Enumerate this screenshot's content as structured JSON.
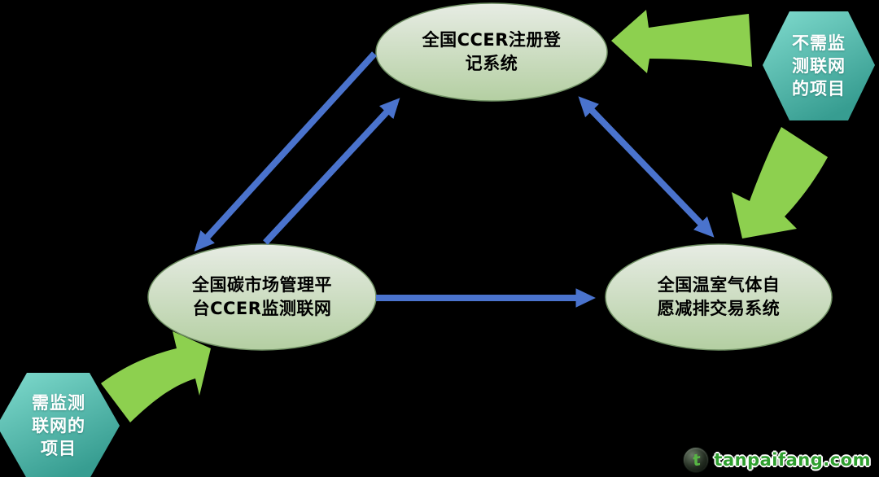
{
  "diagram": {
    "background": "#000000",
    "colors": {
      "arrow_blue": "#4A73CD",
      "arrow_green": "#8DD04F",
      "node_fill_top": "#E7ECE4",
      "node_fill_bottom": "#B4CFA2",
      "node_border": "#6F8F63",
      "node_text": "#000000",
      "hex_fill_top": "#80DBCE",
      "hex_fill_bottom": "#379D91",
      "hex_text": "#FFFFFF",
      "watermark_green": "#2F9E2F"
    },
    "nodes": {
      "registry": {
        "label": "全国CCER注册登\n记系统"
      },
      "platform": {
        "label": "全国碳市场管理平\n台CCER监测联网"
      },
      "trading": {
        "label": "全国温室气体自\n愿减排交易系统"
      }
    },
    "badges": {
      "no_monitor": {
        "label": "不需监\n测联网\n的项目"
      },
      "monitor": {
        "label": "需监测\n联网的\n项目"
      }
    },
    "edges": [
      {
        "from": "registry",
        "to": "platform",
        "style": "blue-arrow",
        "direction": "one-way"
      },
      {
        "from": "platform",
        "to": "registry",
        "style": "blue-arrow",
        "direction": "one-way"
      },
      {
        "from": "registry",
        "to": "trading",
        "style": "blue-arrow",
        "direction": "two-way"
      },
      {
        "from": "platform",
        "to": "trading",
        "style": "blue-arrow",
        "direction": "one-way"
      },
      {
        "from": "no_monitor",
        "to": "registry",
        "style": "green-arrow"
      },
      {
        "from": "no_monitor",
        "to": "trading",
        "style": "green-arrow"
      },
      {
        "from": "monitor",
        "to": "platform",
        "style": "green-arrow"
      }
    ],
    "watermark": {
      "text": "tanpaifang.com",
      "logo_glyph": "t"
    }
  }
}
